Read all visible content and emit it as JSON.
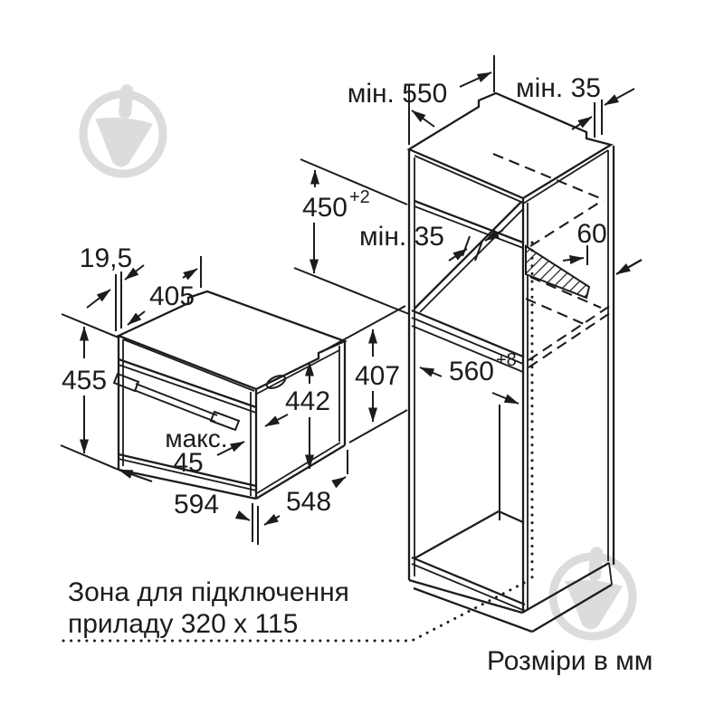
{
  "page": {
    "background": "#ffffff",
    "line_color": "#1c1c1c",
    "watermark_color": "#dcdcdc"
  },
  "dimensions": {
    "niche_depth_min": "мін. 550",
    "top_rear_gap_min": "мін. 35",
    "niche_height": "450",
    "niche_height_tolerance": "+2",
    "shelf_recess_min": "мін. 35",
    "vent_depth": "60",
    "niche_width": "560",
    "niche_width_tolerance": "+8",
    "front_overhang": "19,5",
    "top_depth": "405",
    "oven_height": "455",
    "rear_height": "442",
    "rear_niche_height": "407",
    "door_clearance_label": "макс.",
    "door_clearance_value": "45",
    "oven_width": "594",
    "oven_depth": "548"
  },
  "notes": {
    "connection_zone_line1": "Зона для підключення",
    "connection_zone_line2": "приладу 320 x 115",
    "units_note": "Розміри в мм"
  }
}
